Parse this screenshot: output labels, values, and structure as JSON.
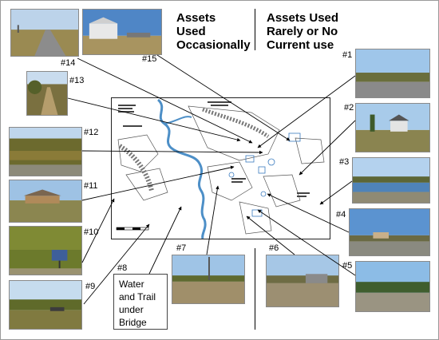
{
  "headings": {
    "occasional": [
      "Assets",
      "Used",
      "Occasionally"
    ],
    "rare": [
      "Assets Used",
      "Rarely or No",
      "Current use"
    ]
  },
  "labels": {
    "p1": "#1",
    "p2": "#2",
    "p3": "#3",
    "p4": "#4",
    "p5": "#5",
    "p6": "#6",
    "p7": "#7",
    "p8": "#8",
    "p9": "#9",
    "p10": "#10",
    "p11": "#11",
    "p12": "#12",
    "p13": "#13",
    "p14": "#14",
    "p15": "#15"
  },
  "caption": [
    "Water",
    "and Trail",
    "under",
    "Bridge"
  ]
}
